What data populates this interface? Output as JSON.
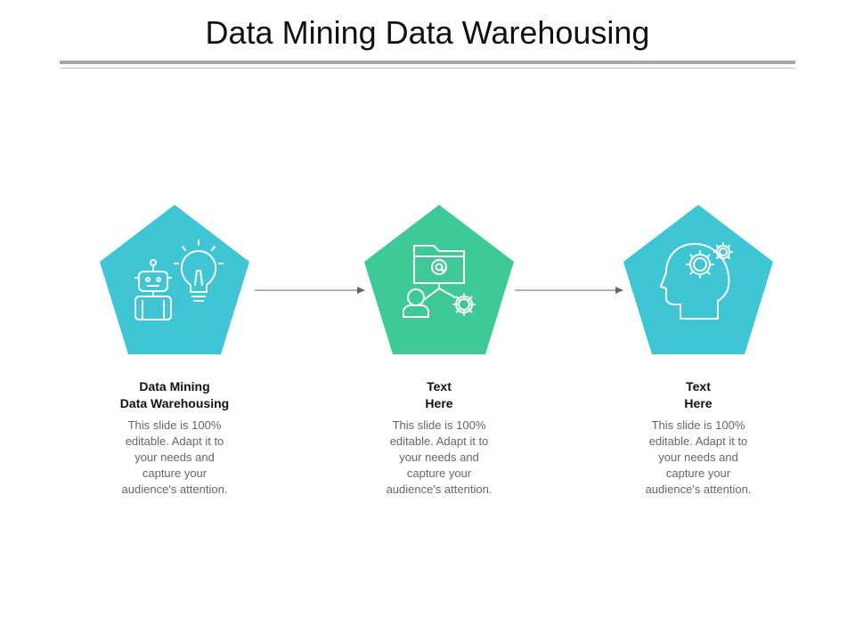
{
  "slide": {
    "title": "Data Mining Data Warehousing"
  },
  "colors": {
    "teal": "#3ec6d5",
    "green": "#3dca96",
    "rule": "#a6a6a6",
    "arrow": "#666666"
  },
  "steps": [
    {
      "icon": "robot-lightbulb-icon",
      "color": "teal",
      "title": "Data Mining\nData Warehousing",
      "body": "This slide is 100%\neditable. Adapt it to\nyour needs and\ncapture your\naudience's attention."
    },
    {
      "icon": "folder-user-gear-icon",
      "color": "green",
      "title": "Text\nHere",
      "body": "This slide is 100%\neditable. Adapt it to\nyour needs and\ncapture your\naudience's attention."
    },
    {
      "icon": "head-gears-icon",
      "color": "teal",
      "title": "Text\nHere",
      "body": "This slide is 100%\neditable. Adapt it to\nyour needs and\ncapture your\naudience's attention."
    }
  ]
}
